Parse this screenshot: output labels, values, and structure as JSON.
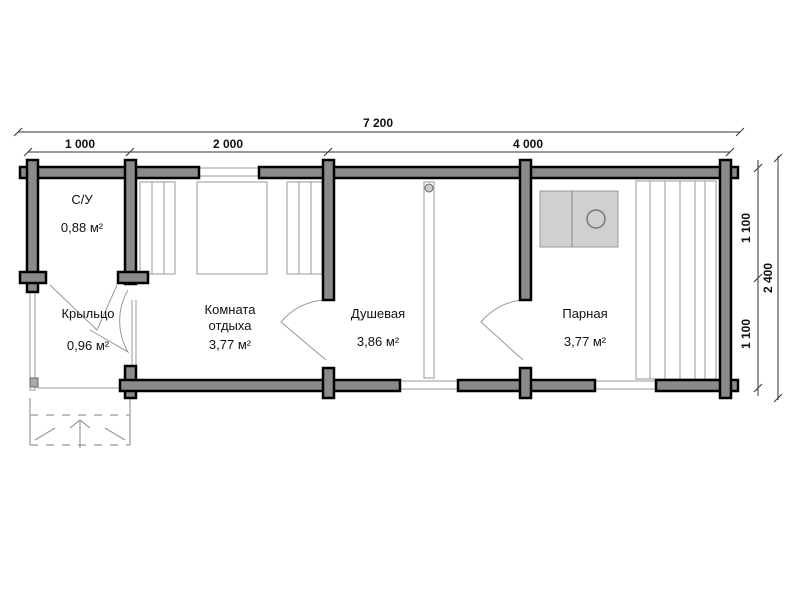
{
  "dimensions": {
    "total_width": "7 200",
    "seg1": "1 000",
    "seg2": "2 000",
    "seg3": "4 000",
    "height_total": "2 400",
    "height_top": "1 100",
    "height_bottom": "1 100"
  },
  "rooms": [
    {
      "name": "С/У",
      "area": "0,88 м²"
    },
    {
      "name": "Крыльцо",
      "area": "0,96 м²"
    },
    {
      "name": "Комната",
      "name2": "отдыха",
      "area": "3,77 м²"
    },
    {
      "name": "Душевая",
      "area": "3,86 м²"
    },
    {
      "name": "Парная",
      "area": "3,77 м²"
    }
  ]
}
